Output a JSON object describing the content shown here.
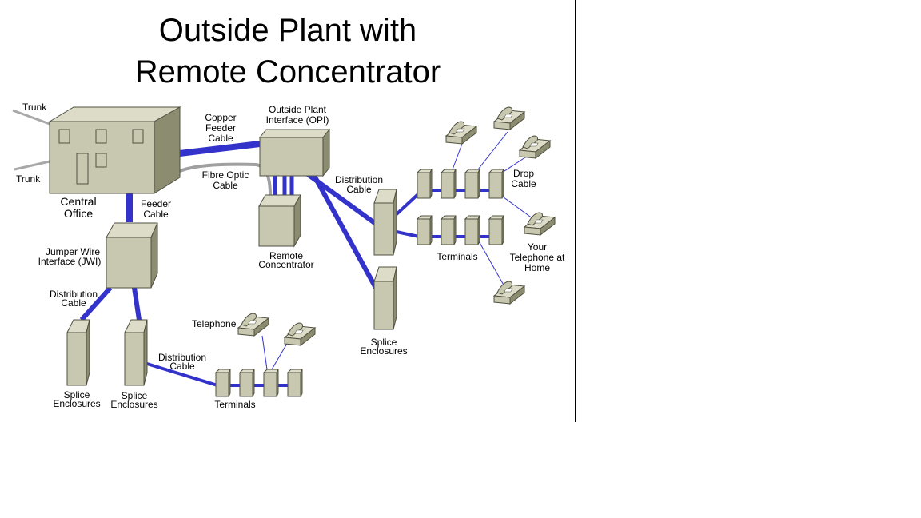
{
  "title": {
    "line1": "Outside Plant with",
    "line2": "Remote Concentrator"
  },
  "colors": {
    "cable": "#3333cc",
    "fibre": "#a0a0a0",
    "trunk": "#a8a8a8",
    "box_front": "#c8c8b0",
    "box_top": "#dcdcc8",
    "box_side": "#8c8c70",
    "outline": "#505040"
  },
  "labels": {
    "trunk_top": "Trunk",
    "trunk_bottom": "Trunk",
    "central_office_1": "Central",
    "central_office_2": "Office",
    "copper_feeder_1": "Copper",
    "copper_feeder_2": "Feeder",
    "copper_feeder_3": "Cable",
    "fibre_optic_1": "Fibre Optic",
    "fibre_optic_2": "Cable",
    "opi_1": "Outside Plant",
    "opi_2": "Interface (OPI)",
    "feeder_1": "Feeder",
    "feeder_2": "Cable",
    "remote_1": "Remote",
    "remote_2": "Concentrator",
    "jwi_1": "Jumper Wire",
    "jwi_2": "Interface (JWI)",
    "dist_left_1": "Distribution",
    "dist_left_2": "Cable",
    "splice_a_1": "Splice",
    "splice_a_2": "Enclosures",
    "splice_b_1": "Splice",
    "splice_b_2": "Enclosures",
    "dist_bottom_1": "Distribution",
    "dist_bottom_2": "Cable",
    "telephone": "Telephone",
    "terminals_bottom": "Terminals",
    "dist_right_1": "Distribution",
    "dist_right_2": "Cable",
    "splice_c_1": "Splice",
    "splice_c_2": "Enclosures",
    "terminals_right": "Terminals",
    "drop_1": "Drop",
    "drop_2": "Cable",
    "your_phone_1": "Your",
    "your_phone_2": "Telephone at",
    "your_phone_3": "Home"
  }
}
